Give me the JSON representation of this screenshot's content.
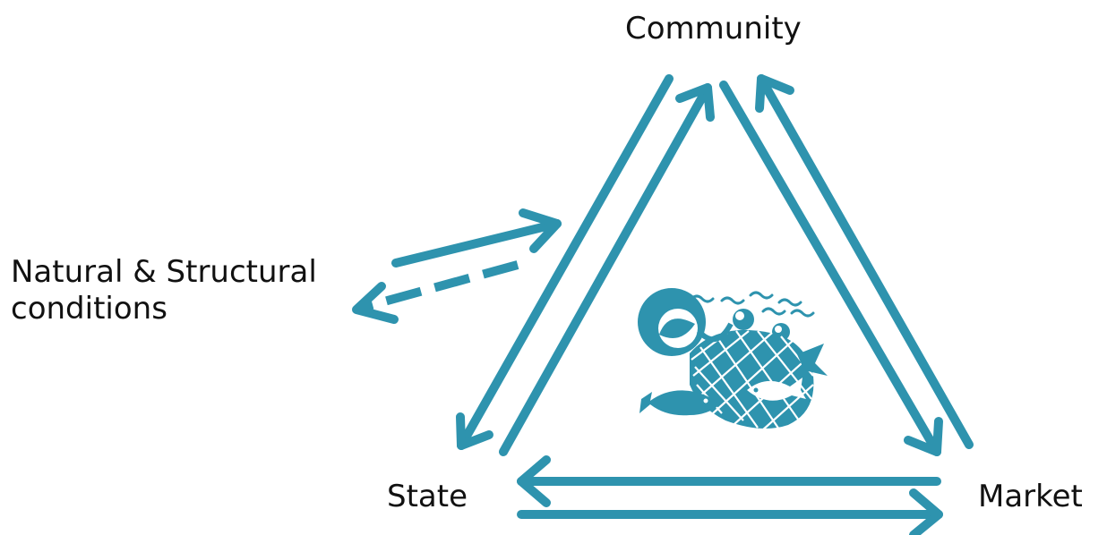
{
  "nodes": {
    "community": "Community",
    "natural_line1": "Natural & Structural",
    "natural_line2": "conditions",
    "state": "State",
    "market": "Market"
  },
  "colors": {
    "arrow": "#2E93AE",
    "text": "#111111"
  },
  "icons": {
    "center": "fishing-net-fish-logo-icon"
  }
}
